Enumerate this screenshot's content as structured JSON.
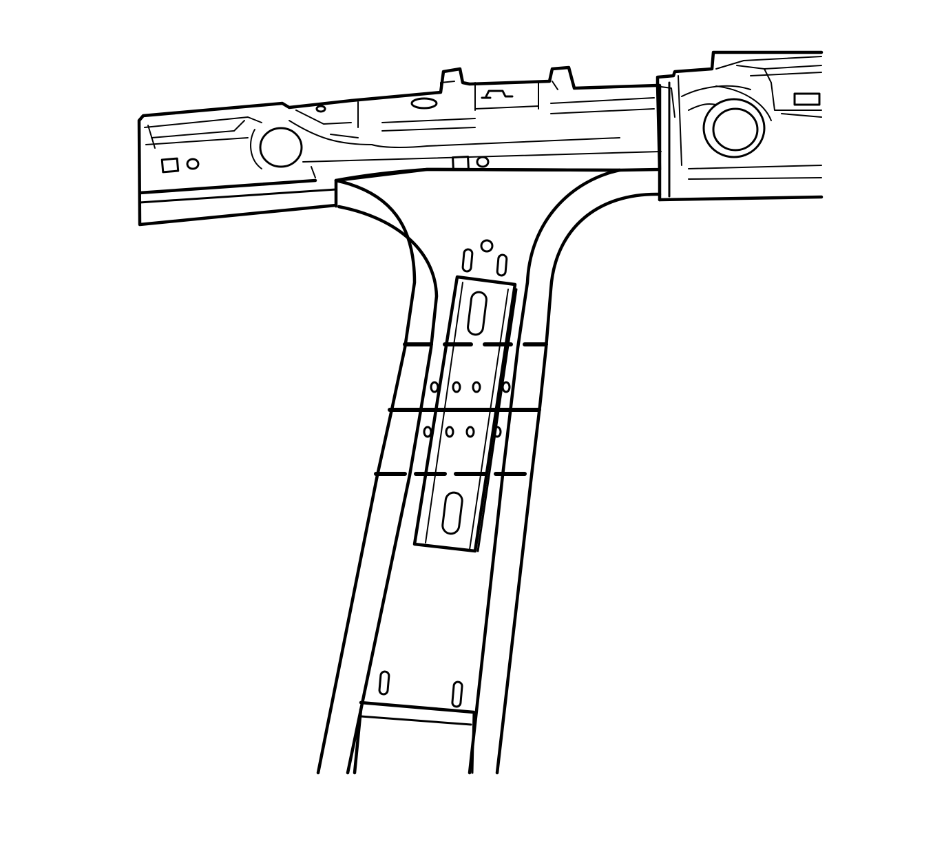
{
  "diagram": {
    "line_color": "#000000",
    "background_color": "#ffffff",
    "parts": [
      {
        "name": "roof-side-rail-left"
      },
      {
        "name": "roof-side-rail-right"
      },
      {
        "name": "b-pillar"
      },
      {
        "name": "b-pillar-reinforcement"
      }
    ],
    "cut_lines": [
      {
        "name": "upper-cut-line",
        "style": "dashed"
      },
      {
        "name": "middle-cut-line",
        "style": "solid"
      },
      {
        "name": "lower-cut-line",
        "style": "dashed"
      }
    ]
  }
}
